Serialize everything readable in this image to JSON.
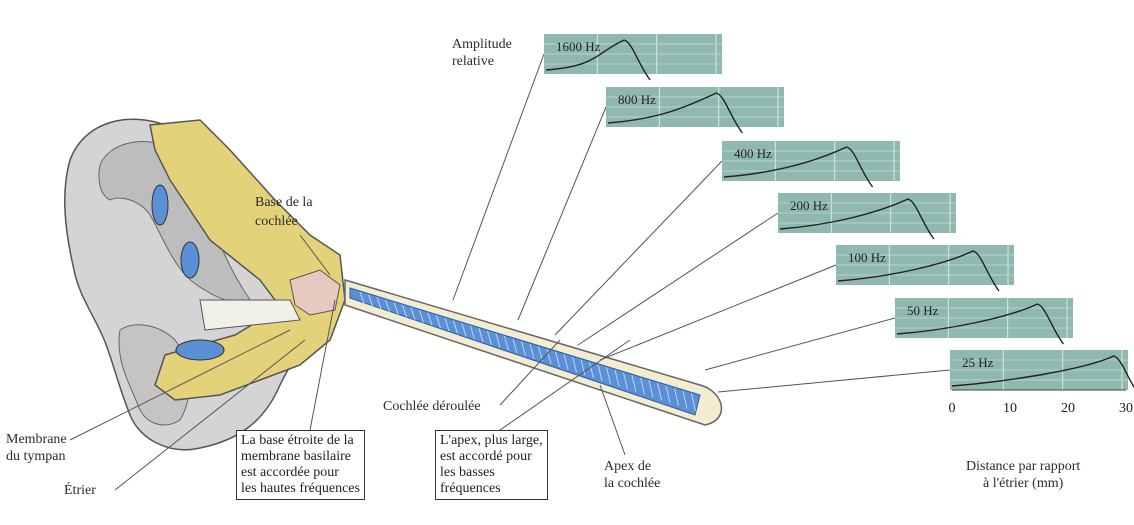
{
  "amplitude_label": [
    "Amplitude",
    "relative"
  ],
  "frequencies": [
    "1600 Hz",
    "800 Hz",
    "400 Hz",
    "200 Hz",
    "100 Hz",
    "50 Hz",
    "25 Hz"
  ],
  "axis": {
    "ticks": [
      "0",
      "10",
      "20",
      "30"
    ],
    "label": [
      "Distance par rapport",
      "à l'étrier (mm)"
    ]
  },
  "labels": {
    "base": [
      "Base de la",
      "cochlée"
    ],
    "unrolled": "Cochlée déroulée",
    "apex": [
      "Apex de",
      "la cochlée"
    ],
    "eardrum": [
      "Membrane",
      "du tympan"
    ],
    "stirrup": "Étrier"
  },
  "boxes": {
    "narrow": [
      "La base étroite de la",
      "membrane basilaire",
      "est accordée pour",
      "les hautes fréquences"
    ],
    "wide": [
      "L'apex, plus large,",
      "est accordé pour",
      "les basses",
      "fréquences"
    ]
  },
  "colors": {
    "panel": "#8fb8b0",
    "membrane": "#5b8fd6",
    "bone": "#e3d27a",
    "skin": "#c9c9c9"
  }
}
